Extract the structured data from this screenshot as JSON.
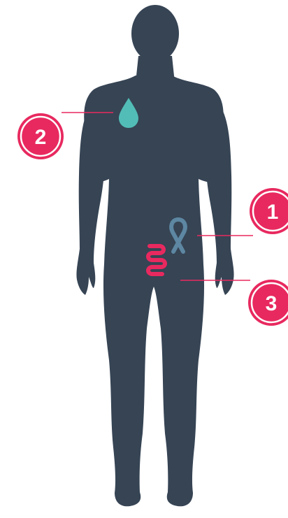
{
  "diagram": {
    "colors": {
      "body": "#364454",
      "accent": "#E8295F",
      "drop": "#52BDB7",
      "ribbon": "#5D87A2",
      "ring": "#ffffff"
    },
    "markers": [
      {
        "id": "marker-1",
        "number": "1",
        "target_icon": "cancer-ribbon-icon"
      },
      {
        "id": "marker-2",
        "number": "2",
        "target_icon": "water-drop-icon"
      },
      {
        "id": "marker-3",
        "number": "3",
        "target_icon": "intestine-icon"
      }
    ],
    "icons": [
      "water-drop-icon",
      "cancer-ribbon-icon",
      "intestine-icon"
    ]
  }
}
